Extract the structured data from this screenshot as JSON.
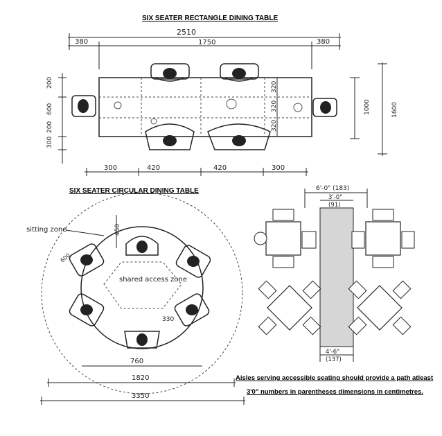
{
  "titles": {
    "rect_table": "SIX SEATER RECTANGLE DINING TABLE",
    "circ_table": "SIX SEATER CIRCULAR DINING TABLE"
  },
  "rect_dims": {
    "overall": "2510",
    "left_margin": "380",
    "table_length": "1750",
    "right_margin": "380",
    "left_side": [
      "200",
      "600",
      "200",
      "300"
    ],
    "seat_spacing": [
      "320",
      "320",
      "320"
    ],
    "table_width": "1000",
    "overall_depth": "1600",
    "bottom": [
      "300",
      "420",
      "420",
      "300"
    ]
  },
  "circ_dims": {
    "sitting_zone_label": "sitting zone",
    "shared_zone_label": "shared access zone",
    "seat_depth": "450",
    "table_diameter": "760",
    "seat_ring": "1820",
    "overall": "3350",
    "seat_angle_a": "600",
    "seat_angle_b": "330"
  },
  "aisle_dims": {
    "top_outer": "6'-0\" (183)",
    "top_inner": "3'-0\"",
    "top_inner_cm": "(91)",
    "bottom": "4'-6\"",
    "bottom_cm": "(137)"
  },
  "caption": {
    "line1": "Aisles serving accessible seating should provide a path atleast",
    "line2": "3'0\" numbers in parentheses dimensions in centimetres."
  }
}
